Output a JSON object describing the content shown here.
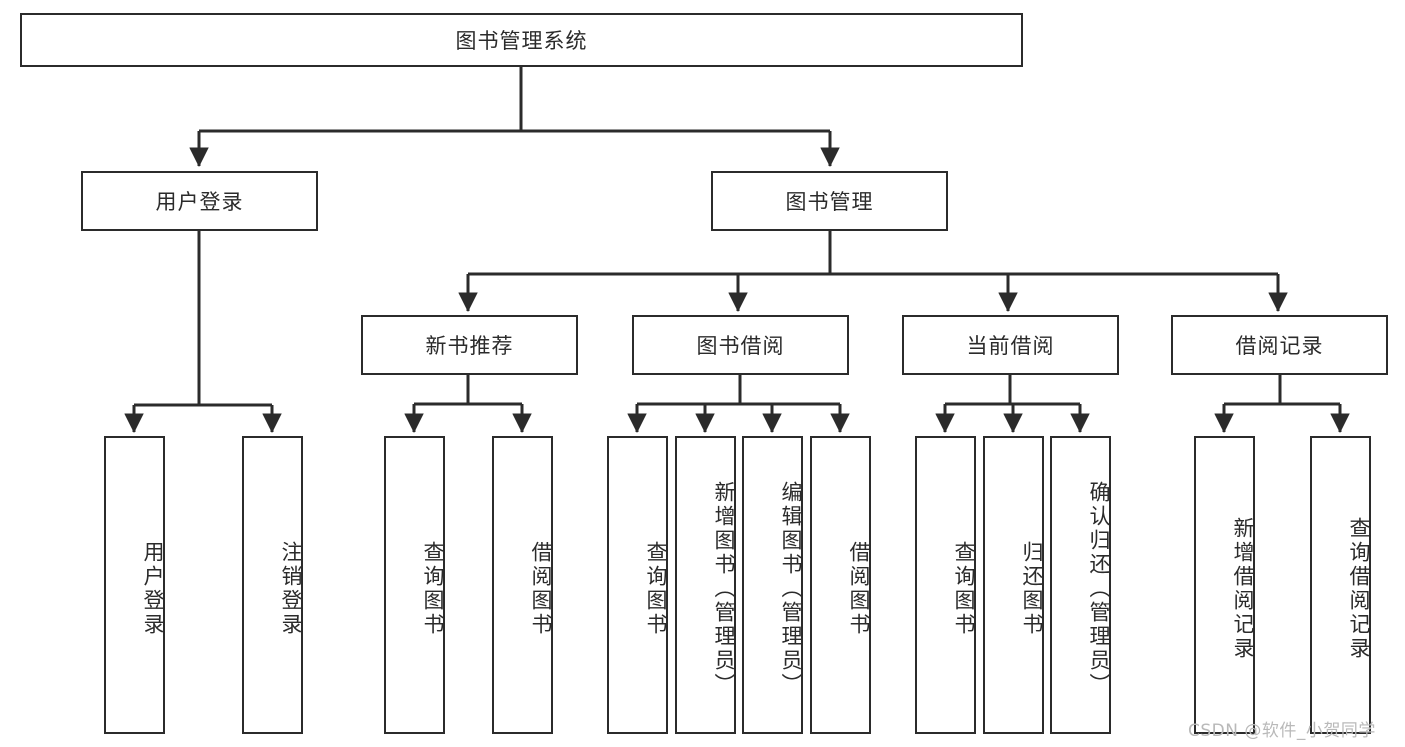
{
  "diagram": {
    "title_node": {
      "label": "图书管理系统"
    },
    "level2": [
      {
        "id": "user-login",
        "label": "用户登录"
      },
      {
        "id": "book-management",
        "label": "图书管理"
      }
    ],
    "level3": [
      {
        "id": "new-book-recommend",
        "label": "新书推荐"
      },
      {
        "id": "book-borrow",
        "label": "图书借阅"
      },
      {
        "id": "current-borrow",
        "label": "当前借阅"
      },
      {
        "id": "borrow-record",
        "label": "借阅记录"
      }
    ],
    "leaves": [
      {
        "id": "leaf-user-login",
        "label": "用户登录"
      },
      {
        "id": "leaf-logout-login",
        "label": "注销登录"
      },
      {
        "id": "leaf-query-book-1",
        "label": "查询图书"
      },
      {
        "id": "leaf-borrow-book-1",
        "label": "借阅图书"
      },
      {
        "id": "leaf-query-book-2",
        "label": "查询图书"
      },
      {
        "id": "leaf-add-book",
        "label": "新增图书（管理员）"
      },
      {
        "id": "leaf-edit-book",
        "label": "编辑图书（管理员）"
      },
      {
        "id": "leaf-borrow-book-2",
        "label": "借阅图书"
      },
      {
        "id": "leaf-query-book-3",
        "label": "查询图书"
      },
      {
        "id": "leaf-return-book",
        "label": "归还图书"
      },
      {
        "id": "leaf-confirm-return",
        "label": "确认归还（管理员）"
      },
      {
        "id": "leaf-add-record",
        "label": "新增借阅记录"
      },
      {
        "id": "leaf-query-record",
        "label": "查询借阅记录"
      }
    ]
  },
  "watermark": {
    "text": "CSDN @软件_小贺同学"
  },
  "colors": {
    "stroke": "#2b2b2b",
    "background": "#ffffff",
    "watermark": "#b9b9b9"
  }
}
